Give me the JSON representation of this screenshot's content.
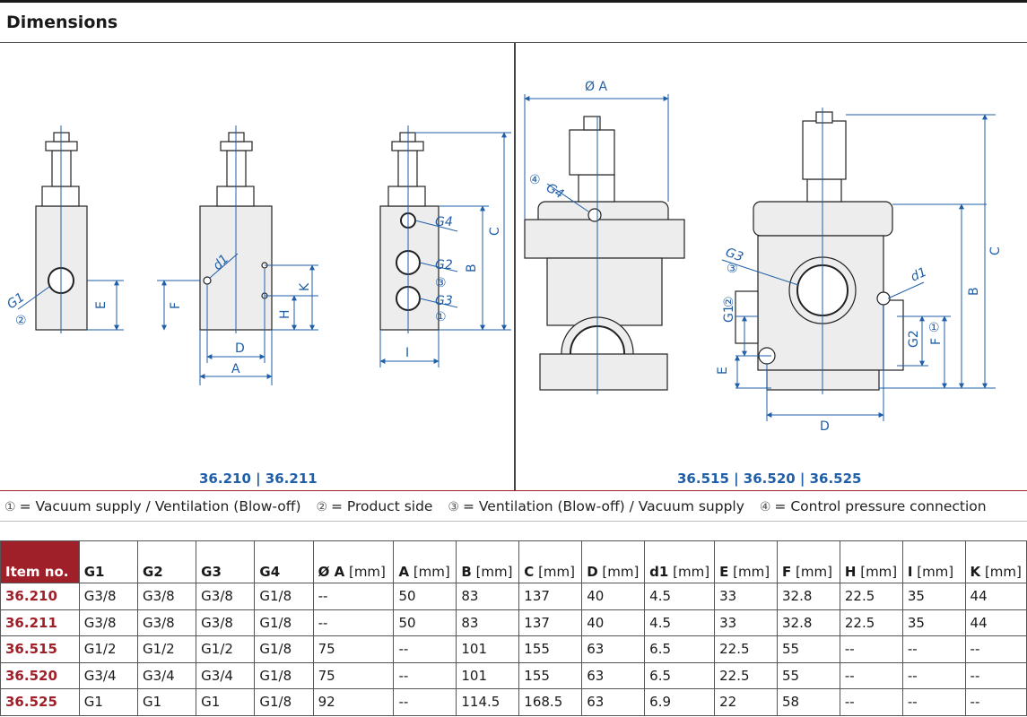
{
  "page": {
    "title": "Dimensions"
  },
  "captions": {
    "left": "36.210  |  36.211",
    "right": "36.515  |  36.520  |  36.525"
  },
  "legend": [
    {
      "num": "①",
      "text": "= Vacuum supply / Ventilation (Blow-off)"
    },
    {
      "num": "②",
      "text": "= Product side"
    },
    {
      "num": "③",
      "text": "= Ventilation (Blow-off) / Vacuum supply"
    },
    {
      "num": "④",
      "text": "= Control pressure connection"
    }
  ],
  "drawing_labels": {
    "G1": "G1",
    "G2": "G2",
    "G3": "G3",
    "G4": "G4",
    "d1": "d1",
    "A": "A",
    "B": "B",
    "C": "C",
    "D": "D",
    "E": "E",
    "F": "F",
    "H": "H",
    "I": "I",
    "K": "K",
    "OA": "Ø A",
    "c1": "①",
    "c2": "②",
    "c3": "③",
    "c4": "④"
  },
  "table": {
    "headers": [
      {
        "name": "Item no.",
        "unit": ""
      },
      {
        "name": "G1",
        "unit": ""
      },
      {
        "name": "G2",
        "unit": ""
      },
      {
        "name": "G3",
        "unit": ""
      },
      {
        "name": "G4",
        "unit": ""
      },
      {
        "name": "Ø A",
        "unit": "[mm]"
      },
      {
        "name": "A",
        "unit": "[mm]"
      },
      {
        "name": "B",
        "unit": "[mm]"
      },
      {
        "name": "C",
        "unit": "[mm]"
      },
      {
        "name": "D",
        "unit": "[mm]"
      },
      {
        "name": "d1",
        "unit": "[mm]"
      },
      {
        "name": "E",
        "unit": "[mm]"
      },
      {
        "name": "F",
        "unit": "[mm]"
      },
      {
        "name": "H",
        "unit": "[mm]"
      },
      {
        "name": "I",
        "unit": "[mm]"
      },
      {
        "name": "K",
        "unit": "[mm]"
      }
    ],
    "rows": [
      [
        "36.210",
        "G3/8",
        "G3/8",
        "G3/8",
        "G1/8",
        "--",
        "50",
        "83",
        "137",
        "40",
        "4.5",
        "33",
        "32.8",
        "22.5",
        "35",
        "44"
      ],
      [
        "36.211",
        "G3/8",
        "G3/8",
        "G3/8",
        "G1/8",
        "--",
        "50",
        "83",
        "137",
        "40",
        "4.5",
        "33",
        "32.8",
        "22.5",
        "35",
        "44"
      ],
      [
        "36.515",
        "G1/2",
        "G1/2",
        "G1/2",
        "G1/8",
        "75",
        "--",
        "101",
        "155",
        "63",
        "6.5",
        "22.5",
        "55",
        "--",
        "--",
        "--"
      ],
      [
        "36.520",
        "G3/4",
        "G3/4",
        "G3/4",
        "G1/8",
        "75",
        "--",
        "101",
        "155",
        "63",
        "6.5",
        "22.5",
        "55",
        "--",
        "--",
        "--"
      ],
      [
        "36.525",
        "G1",
        "G1",
        "G1",
        "G1/8",
        "92",
        "--",
        "114.5",
        "168.5",
        "63",
        "6.9",
        "22",
        "58",
        "--",
        "--",
        "--"
      ]
    ]
  }
}
